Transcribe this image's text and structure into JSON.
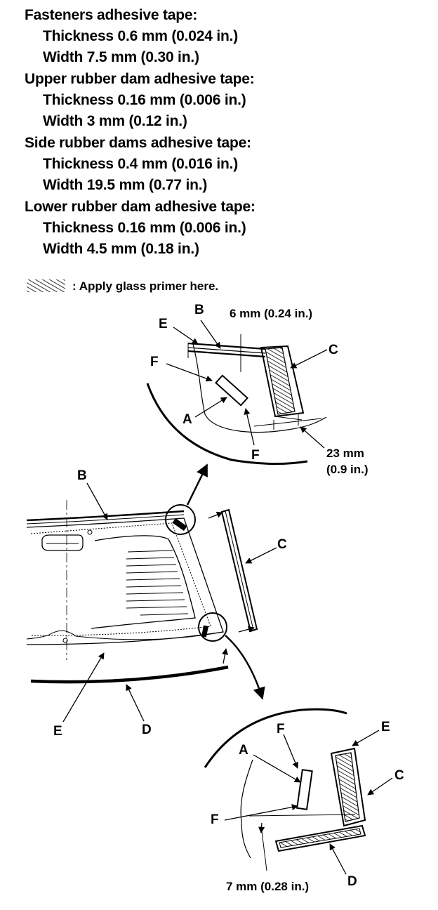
{
  "specs": [
    {
      "heading": "Fasteners adhesive tape:",
      "thickness": "Thickness 0.6 mm (0.024 in.)",
      "width": "Width 7.5 mm (0.30 in.)"
    },
    {
      "heading": "Upper rubber dam adhesive tape:",
      "thickness": "Thickness 0.16 mm (0.006 in.)",
      "width": "Width 3 mm (0.12 in.)"
    },
    {
      "heading": "Side rubber dams adhesive tape:",
      "thickness": "Thickness 0.4 mm (0.016 in.)",
      "width": "Width 19.5 mm (0.77 in.)"
    },
    {
      "heading": "Lower rubber dam adhesive tape:",
      "thickness": "Thickness 0.16 mm (0.006 in.)",
      "width": "Width 4.5 mm (0.18 in.)"
    }
  ],
  "legend": {
    "text": ": Apply glass primer here.",
    "icon": "hatch-swatch"
  },
  "labels": {
    "a": "A",
    "b": "B",
    "c": "C",
    "d": "D",
    "e": "E",
    "f": "F"
  },
  "dimensions": {
    "upper_gap": "6 mm (0.24 in.)",
    "side_gap_line1": "23 mm",
    "side_gap_line2": "(0.9 in.)",
    "lower_gap": "7 mm (0.28 in.)"
  }
}
